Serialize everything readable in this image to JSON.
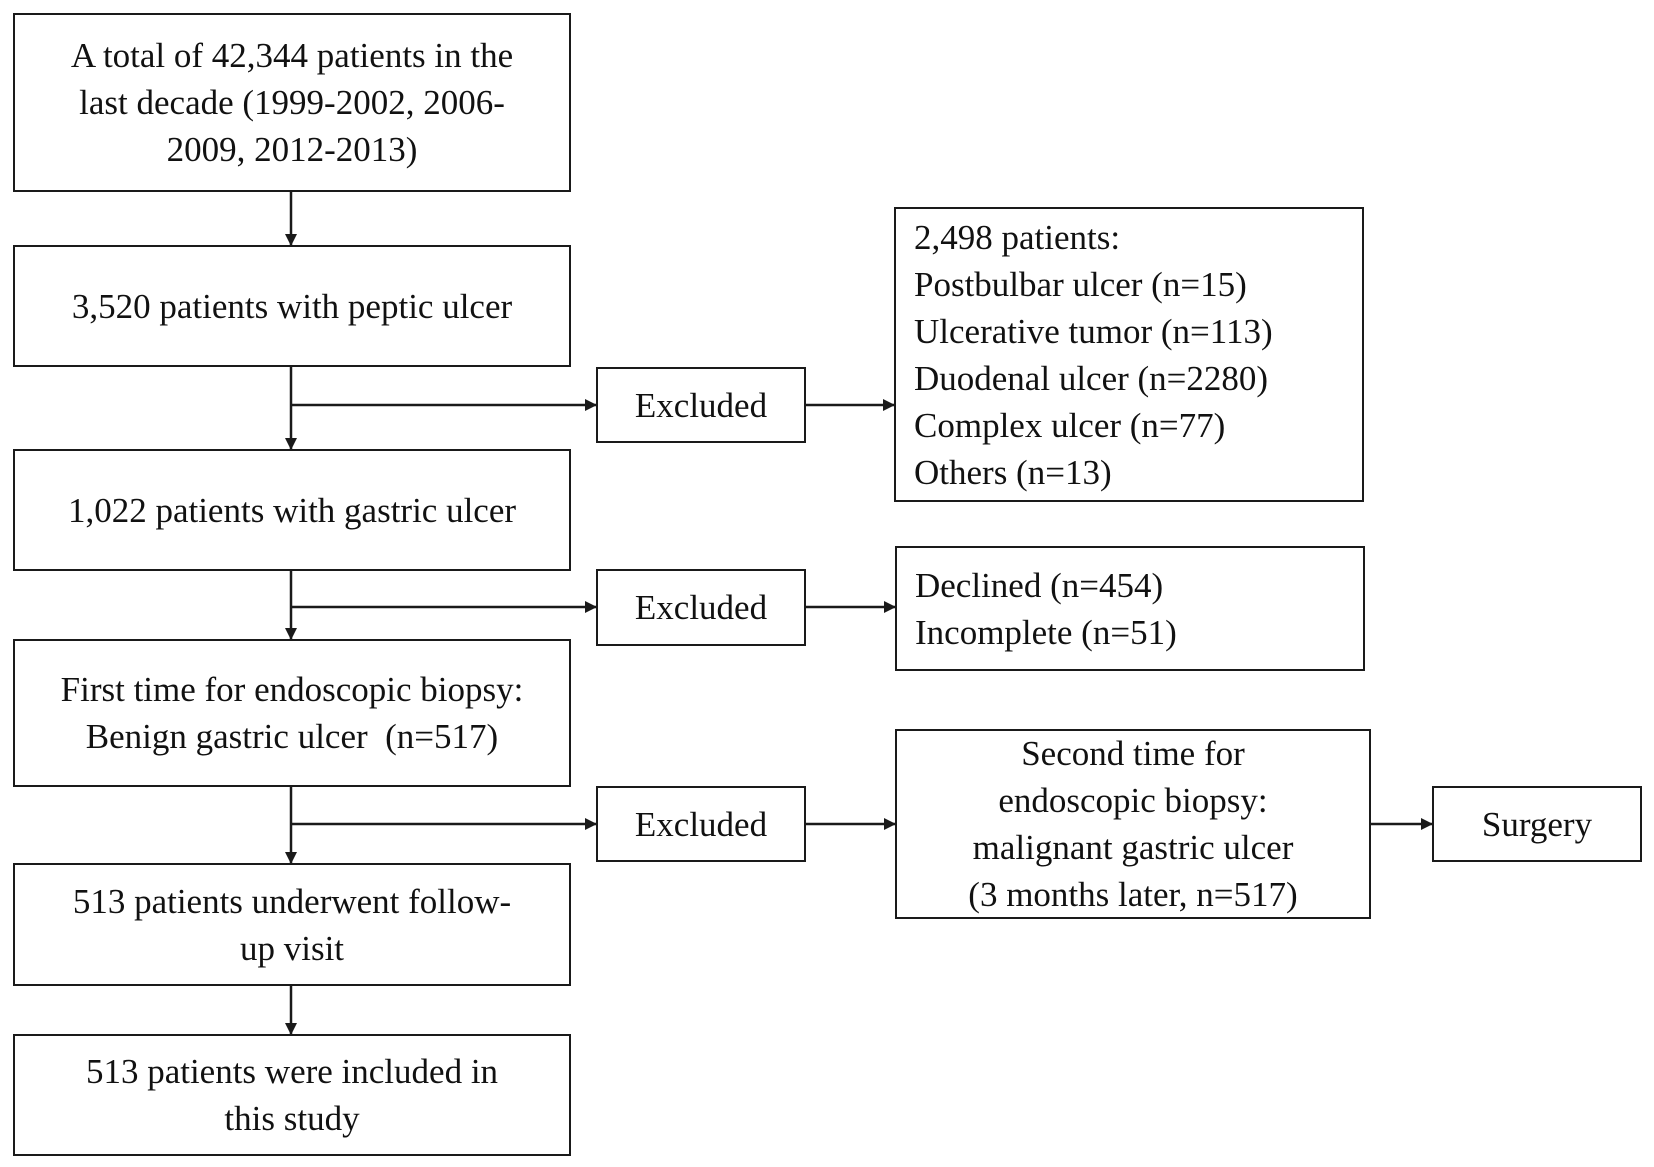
{
  "boxes": {
    "total": [
      "A total of 42,344 patients in the",
      "last decade (1999-2002, 2006-",
      "2009, 2012-2013)"
    ],
    "peptic": [
      "3,520 patients with peptic ulcer"
    ],
    "gastric": [
      "1,022 patients with gastric ulcer"
    ],
    "first_biopsy": [
      "First time for endoscopic biopsy:",
      "Benign gastric ulcer  (n=517)"
    ],
    "followup": [
      "513 patients underwent follow-",
      "up visit"
    ],
    "included": [
      "513 patients were included in",
      "this study"
    ],
    "excluded_1": [
      "Excluded"
    ],
    "excluded_2": [
      "Excluded"
    ],
    "excluded_3": [
      "Excluded"
    ],
    "exclusion_list_1": [
      "2,498 patients:",
      "Postbulbar ulcer (n=15)",
      "Ulcerative tumor (n=113)",
      "Duodenal ulcer (n=2280)",
      "Complex ulcer (n=77)",
      "Others (n=13)"
    ],
    "exclusion_list_2": [
      "Declined (n=454)",
      "Incomplete (n=51)"
    ],
    "second_biopsy": [
      "Second time for",
      "endoscopic biopsy:",
      "malignant gastric ulcer",
      "(3 months later, n=517)"
    ],
    "surgery": [
      "Surgery"
    ]
  }
}
